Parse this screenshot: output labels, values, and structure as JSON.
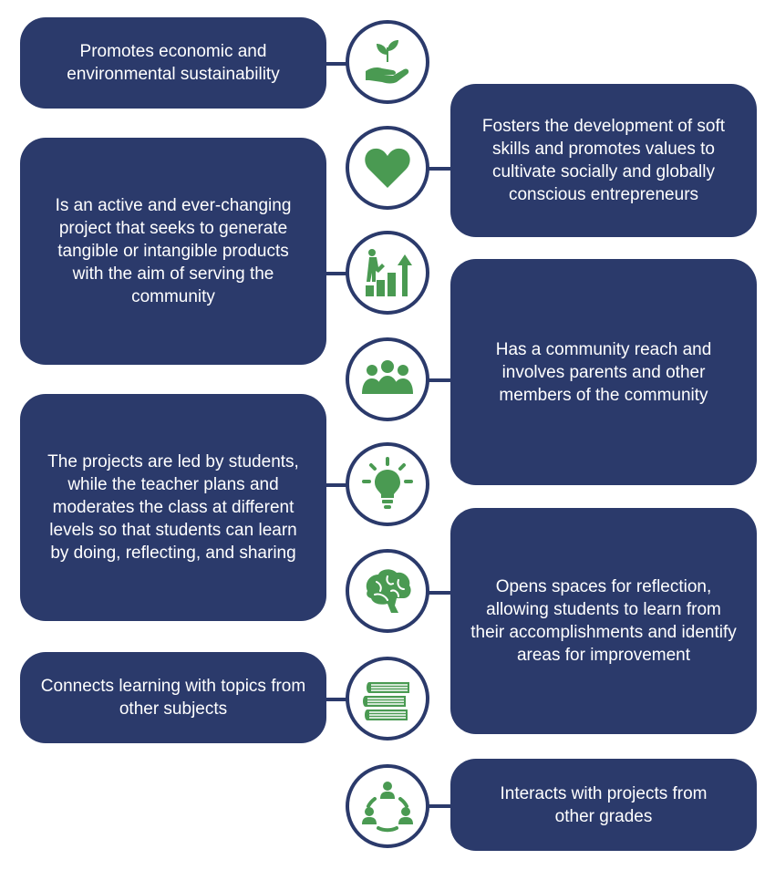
{
  "colors": {
    "box": "#2b3a6b",
    "icon": "#4a9a52",
    "background": "#ffffff"
  },
  "items": [
    {
      "side": "left",
      "text": "Promotes economic and environmental sustainability",
      "icon": "plant-in-hand-icon"
    },
    {
      "side": "right",
      "text": "Fosters the development of soft skills and promotes values to cultivate socially and globally conscious entrepreneurs",
      "icon": "heart-icon"
    },
    {
      "side": "left",
      "text": "Is an active and ever-changing project that seeks to generate tangible or intangible products with the aim of serving the community",
      "icon": "growth-steps-icon"
    },
    {
      "side": "right",
      "text": "Has a community reach and involves parents and other members of the community",
      "icon": "community-group-icon"
    },
    {
      "side": "left",
      "text": "The projects are led by students, while the teacher plans and moderates the class at different levels so that students can learn by doing, reflecting, and sharing",
      "icon": "lightbulb-icon"
    },
    {
      "side": "right",
      "text": "Opens spaces for reflection, allowing students to learn from their accomplishments and identify areas for improvement",
      "icon": "brain-icon"
    },
    {
      "side": "left",
      "text": "Connects learning with topics from other subjects",
      "icon": "books-icon"
    },
    {
      "side": "right",
      "text": "Interacts with projects from other grades",
      "icon": "network-people-icon"
    }
  ]
}
